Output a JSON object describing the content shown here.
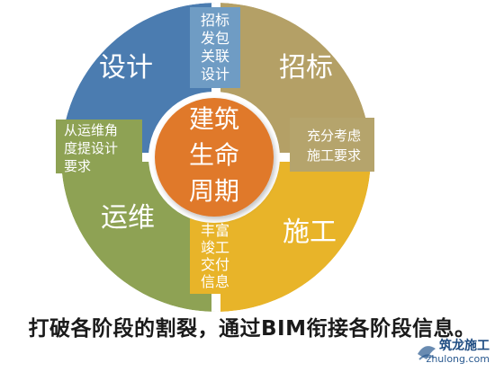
{
  "diagram": {
    "center": {
      "lines": [
        "建筑",
        "生命",
        "周期"
      ],
      "color": "#e0792a"
    },
    "quadrants": {
      "design": {
        "label": "设计",
        "color": "#4b7cb0"
      },
      "bidding": {
        "label": "招标",
        "color": "#b4a066"
      },
      "construction": {
        "label": "施工",
        "color": "#e8b429"
      },
      "operation": {
        "label": "运维",
        "color": "#8ea254"
      }
    },
    "connectors": {
      "top": {
        "lines": [
          "招标",
          "发包",
          "关联",
          "设计"
        ],
        "color": "#6f9cc4"
      },
      "right": {
        "lines": [
          "充分考虑",
          "施工要求"
        ],
        "color": "#b5a46c"
      },
      "bottom": {
        "lines": [
          "丰富",
          "竣工",
          "交付",
          "信息"
        ],
        "color": "#e8b429"
      },
      "left": {
        "lines": [
          "从运维角",
          "度提设计",
          "要求"
        ],
        "color": "#8ea254"
      }
    }
  },
  "caption": "打破各阶段的割裂，通过BIM衔接各阶段信息。",
  "watermark": {
    "cn": "筑龙施工",
    "en": "zhulong.com"
  }
}
